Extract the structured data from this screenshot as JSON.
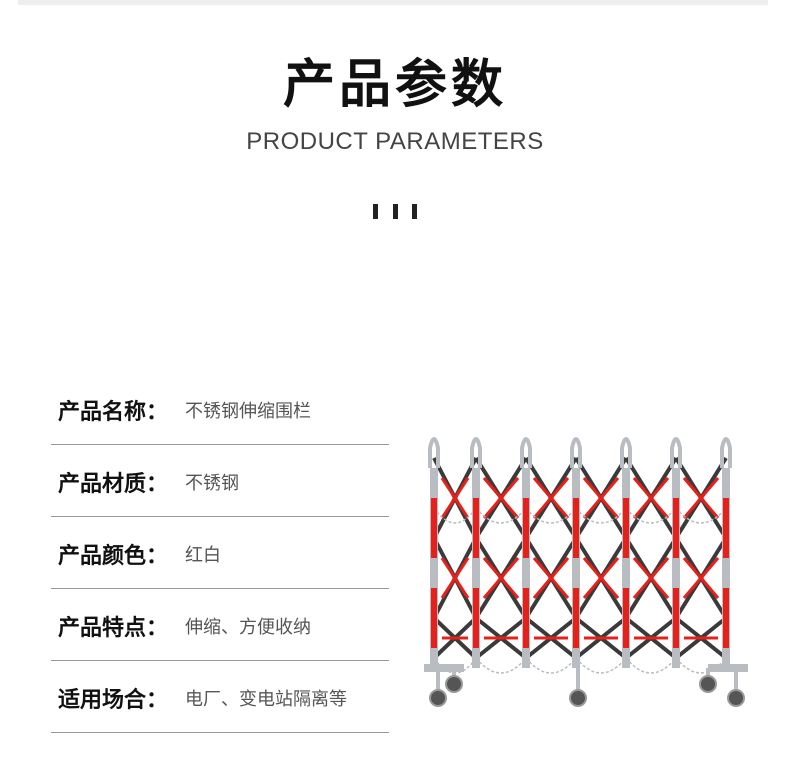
{
  "header": {
    "title": "产品参数",
    "subtitle": "PRODUCT PARAMETERS"
  },
  "params": [
    {
      "label": "产品名称：",
      "value": "不锈钢伸缩围栏"
    },
    {
      "label": "产品材质：",
      "value": "不锈钢"
    },
    {
      "label": "产品颜色：",
      "value": "红白"
    },
    {
      "label": "产品特点：",
      "value": "伸缩、方便收纳"
    },
    {
      "label": "适用场合：",
      "value": "电厂、变电站隔离等"
    }
  ],
  "colors": {
    "accent_red": "#e8201a",
    "steel": "#b9bcc0",
    "dark_steel": "#3a3a3a"
  },
  "image": {
    "icon": "expandable-fence-icon"
  }
}
